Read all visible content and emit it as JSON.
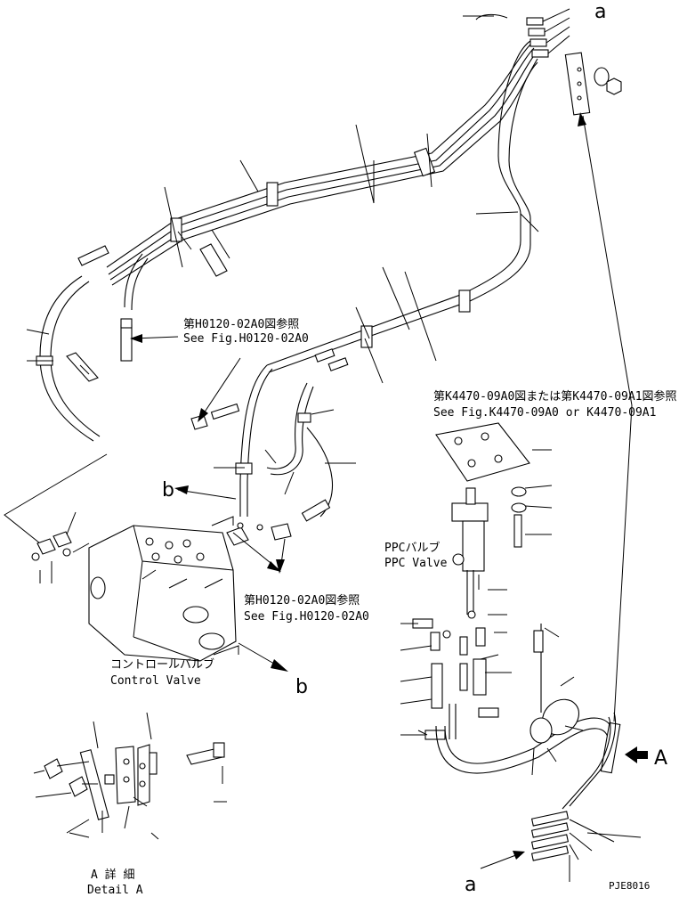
{
  "labels": {
    "ref_a_top": "a",
    "ref_a_bottom": "a",
    "ref_b_left": "b",
    "ref_b_right": "b",
    "ref_A": "A",
    "ref_fig_h_jp_1": "第H0120-02A0図参照",
    "ref_fig_h_en_1": "See Fig.H0120-02A0",
    "ref_fig_h_jp_2": "第H0120-02A0図参照",
    "ref_fig_h_en_2": "See Fig.H0120-02A0",
    "ref_fig_k_jp": "第K4470-09A0図または第K4470-09A1図参照",
    "ref_fig_k_en": "See Fig.K4470-09A0 or K4470-09A1",
    "ppc_valve_jp": "PPCバルブ",
    "ppc_valve_en": "PPC Valve",
    "control_valve_jp": "コントロールバルブ",
    "control_valve_en": "Control Valve",
    "detail_a_jp": "A 詳 細",
    "detail_a_en": "Detail A",
    "drawing_code": "PJE8016"
  },
  "colors": {
    "line": "#000000",
    "background": "#ffffff"
  }
}
